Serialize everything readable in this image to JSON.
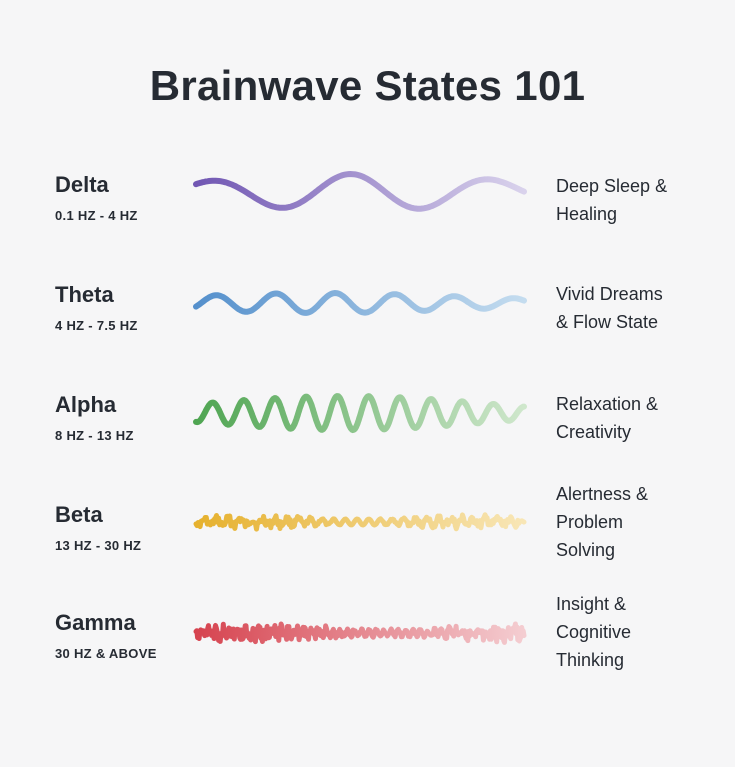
{
  "title": "Brainwave States 101",
  "waves": [
    {
      "name": "Delta",
      "range": "0.1 HZ - 4 HZ",
      "description": [
        "Deep Sleep &",
        "Healing"
      ],
      "color": "#7c5fb8"
    },
    {
      "name": "Theta",
      "range": "4 HZ - 7.5 HZ",
      "description": [
        "Vivid Dreams",
        "& Flow State"
      ],
      "color": "#5b97cf"
    },
    {
      "name": "Alpha",
      "range": "8 HZ - 13 HZ",
      "description": [
        "Relaxation &",
        "Creativity"
      ],
      "color": "#5cae5c"
    },
    {
      "name": "Beta",
      "range": "13 HZ - 30 HZ",
      "description": [
        "Alertness &",
        "Problem",
        "Solving"
      ],
      "color": "#e8b73a"
    },
    {
      "name": "Gamma",
      "range": "30 HZ & ABOVE",
      "description": [
        "Insight &",
        "Cognitive",
        "Thinking"
      ],
      "color": "#d9505e"
    }
  ]
}
